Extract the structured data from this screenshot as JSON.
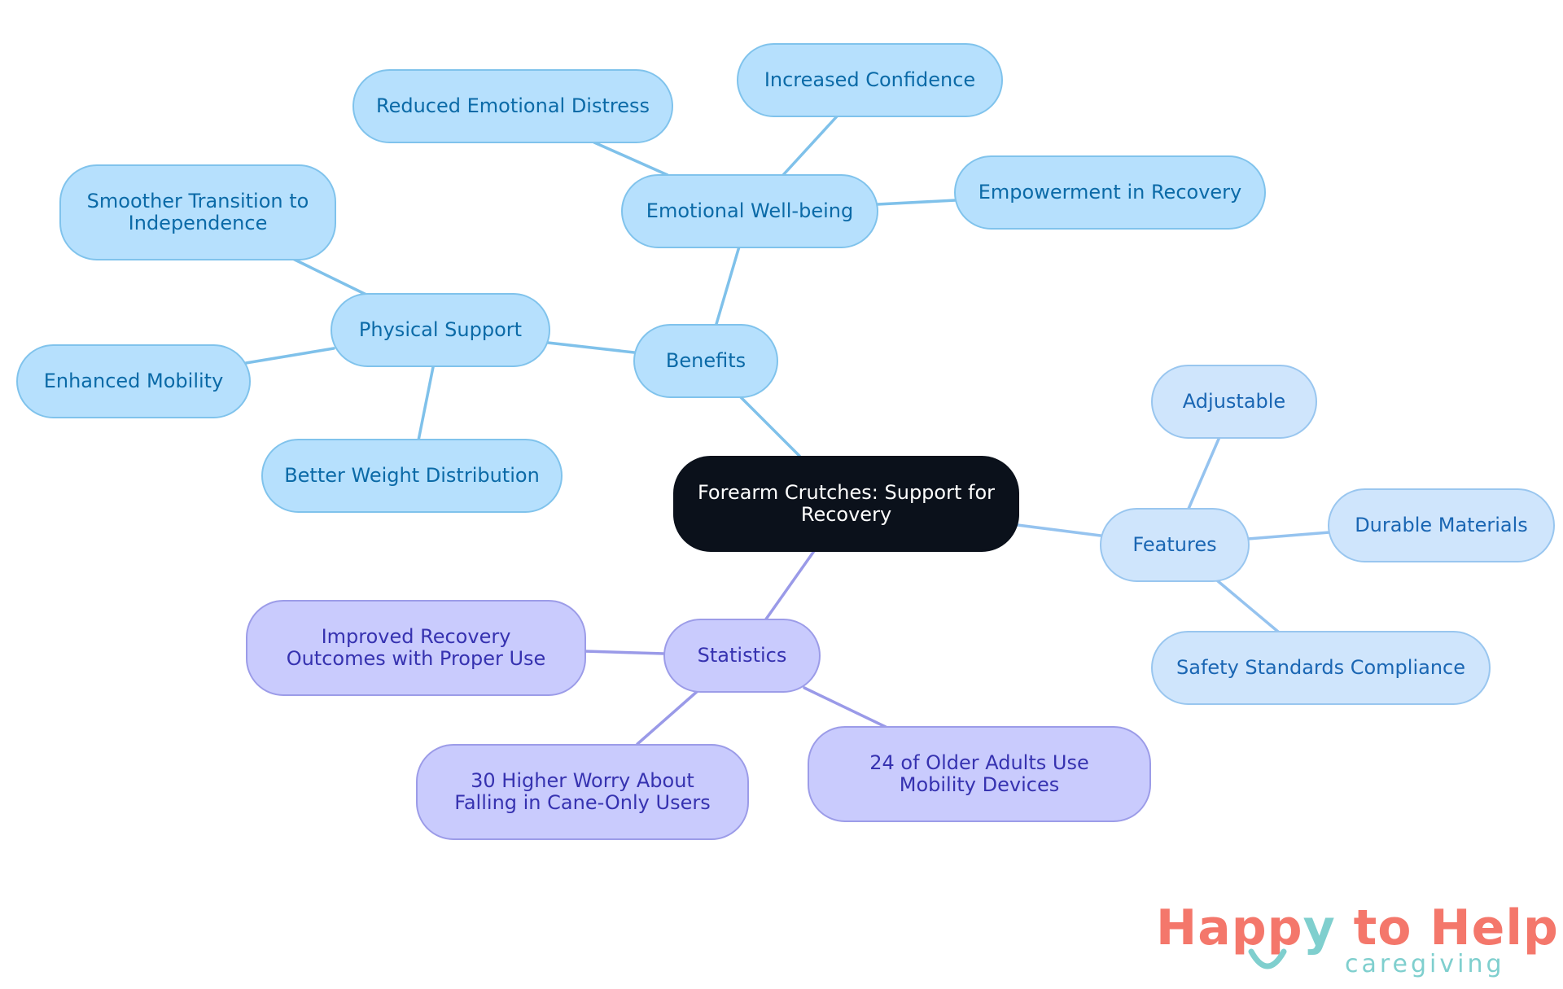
{
  "diagram": {
    "root": "Forearm Crutches: Support for Recovery",
    "benefits": {
      "label": "Benefits",
      "physical_support": {
        "label": "Physical Support",
        "children": [
          "Smoother Transition to Independence",
          "Enhanced Mobility",
          "Better Weight Distribution"
        ]
      },
      "emotional_wellbeing": {
        "label": "Emotional Well-being",
        "children": [
          "Reduced Emotional Distress",
          "Increased Confidence",
          "Empowerment in Recovery"
        ]
      }
    },
    "features": {
      "label": "Features",
      "children": [
        "Adjustable",
        "Durable Materials",
        "Safety Standards Compliance"
      ]
    },
    "statistics": {
      "label": "Statistics",
      "children": [
        "Improved Recovery Outcomes with Proper Use",
        "30 Higher Worry About Falling in Cane-Only Users",
        "24 of Older Adults Use Mobility Devices"
      ]
    }
  },
  "logo": {
    "name_part1": "Happ",
    "name_part2": "y",
    "name_part3": " to Help",
    "tagline": "caregiving"
  },
  "colors": {
    "root_fill": "#0b111b",
    "blue_fill": "#b6e0fd",
    "lightblue_fill": "#cfe5fc",
    "purple_fill": "#c9cbfd",
    "blue_edge": "#7fc1ea",
    "lightblue_edge": "#95c3ef",
    "purple_edge": "#9a9ae8",
    "logo_coral": "#f4776b",
    "logo_teal": "#7fcfce"
  }
}
